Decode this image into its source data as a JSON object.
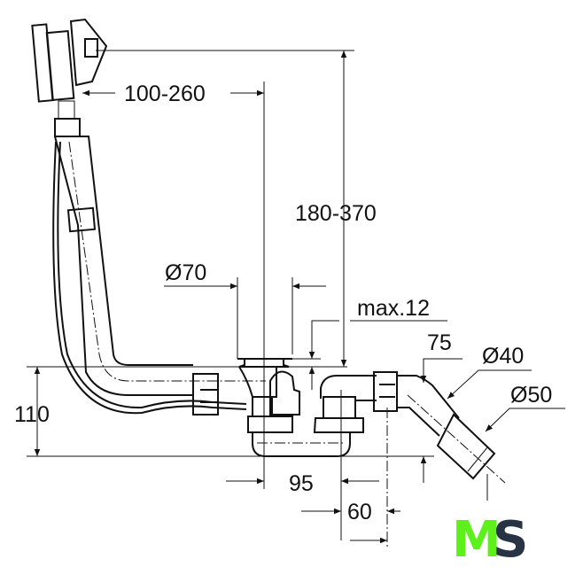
{
  "drawing": {
    "dimensions": {
      "overflow_reach": "100-260",
      "overflow_height": "180-370",
      "waste_diameter": "Ø70",
      "rim_thickness": "max.12",
      "trap_height": "110",
      "waste_to_outlet": "95",
      "outlet_offset": "60",
      "outlet_length": "75",
      "outlet_diameter_small": "Ø40",
      "outlet_diameter_large": "Ø50"
    }
  },
  "logo": {
    "text_m": "M",
    "text_s": "S",
    "color_m": "#5ef01a",
    "color_s": "#283445"
  }
}
